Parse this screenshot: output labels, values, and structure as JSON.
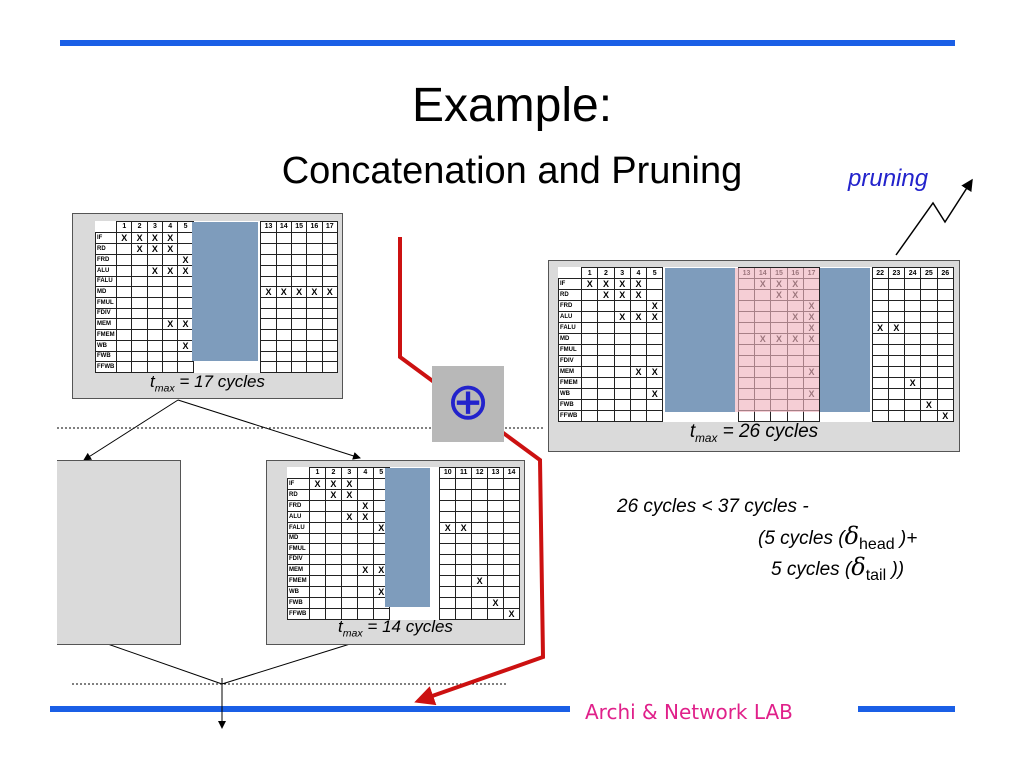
{
  "slide": {
    "title": "Example:",
    "subtitle": "Concatenation and Pruning",
    "pruning_label": "pruning",
    "footer": "Archi & Network LAB"
  },
  "colors": {
    "accent_bar": "#1a5fe6",
    "footer_text": "#e0208a",
    "pruning_text": "#2323cc",
    "path_arrow": "#cc1111",
    "stage_block": "#7e9cbc",
    "pruned_region": "#f0b4be"
  },
  "rows": [
    "IF",
    "RD",
    "FRD",
    "ALU",
    "FALU",
    "MD",
    "FMUL",
    "FDIV",
    "MEM",
    "FMEM",
    "WB",
    "FWB",
    "FFWB"
  ],
  "tables": {
    "t17": {
      "caption": "= 17 cycles",
      "t": "t",
      "sub": "max",
      "cols": [
        "1",
        "2",
        "3",
        "4",
        "5",
        "13",
        "14",
        "15",
        "16",
        "17"
      ],
      "marks": [
        [
          "X",
          "X",
          "X",
          "X",
          "",
          "",
          "",
          "",
          "",
          ""
        ],
        [
          "",
          "X",
          "X",
          "X",
          "",
          "",
          "",
          "",
          "",
          ""
        ],
        [
          "",
          "",
          "",
          "",
          "X",
          "",
          "",
          "",
          "",
          ""
        ],
        [
          "",
          "",
          "X",
          "X",
          "X",
          "",
          "",
          "",
          "",
          ""
        ],
        [
          "",
          "",
          "",
          "",
          "",
          "",
          "",
          "",
          "",
          ""
        ],
        [
          "",
          "",
          "",
          "",
          "",
          "X",
          "X",
          "X",
          "X",
          "X"
        ],
        [
          "",
          "",
          "",
          "",
          "",
          "",
          "",
          "",
          "",
          ""
        ],
        [
          "",
          "",
          "",
          "",
          "",
          "",
          "",
          "",
          "",
          ""
        ],
        [
          "",
          "",
          "",
          "X",
          "X",
          "",
          "",
          "",
          "",
          ""
        ],
        [
          "",
          "",
          "",
          "",
          "",
          "",
          "",
          "",
          "",
          ""
        ],
        [
          "",
          "",
          "",
          "",
          "X",
          "",
          "",
          "",
          "",
          ""
        ],
        [
          "",
          "",
          "",
          "",
          "",
          "",
          "",
          "",
          "",
          ""
        ],
        [
          "",
          "",
          "",
          "",
          "",
          "",
          "",
          "",
          "",
          ""
        ]
      ]
    },
    "t14": {
      "caption": "= 14 cycles",
      "t": "t",
      "sub": "max",
      "cols": [
        "1",
        "2",
        "3",
        "4",
        "5",
        "10",
        "11",
        "12",
        "13",
        "14"
      ],
      "marks": [
        [
          "X",
          "X",
          "X",
          "",
          "",
          "",
          "",
          "",
          "",
          ""
        ],
        [
          "",
          "X",
          "X",
          "",
          "",
          "",
          "",
          "",
          "",
          ""
        ],
        [
          "",
          "",
          "",
          "X",
          "",
          "",
          "",
          "",
          "",
          ""
        ],
        [
          "",
          "",
          "X",
          "X",
          "",
          "",
          "",
          "",
          "",
          ""
        ],
        [
          "",
          "",
          "",
          "",
          "X",
          "X",
          "X",
          "",
          "",
          ""
        ],
        [
          "",
          "",
          "",
          "",
          "",
          "",
          "",
          "",
          "",
          ""
        ],
        [
          "",
          "",
          "",
          "",
          "",
          "",
          "",
          "",
          "",
          ""
        ],
        [
          "",
          "",
          "",
          "",
          "",
          "",
          "",
          "",
          "",
          ""
        ],
        [
          "",
          "",
          "",
          "X",
          "X",
          "",
          "",
          "",
          "",
          ""
        ],
        [
          "",
          "",
          "",
          "",
          "",
          "",
          "",
          "X",
          "",
          ""
        ],
        [
          "",
          "",
          "",
          "",
          "X",
          "",
          "",
          "",
          "",
          ""
        ],
        [
          "",
          "",
          "",
          "",
          "",
          "",
          "",
          "",
          "X",
          ""
        ],
        [
          "",
          "",
          "",
          "",
          "",
          "",
          "",
          "",
          "",
          "X"
        ]
      ]
    },
    "t26": {
      "caption": "= 26 cycles",
      "t": "t",
      "sub": "max",
      "cols": [
        "1",
        "2",
        "3",
        "4",
        "5",
        "13",
        "14",
        "15",
        "16",
        "17",
        "22",
        "23",
        "24",
        "25",
        "26"
      ],
      "marks": [
        [
          "X",
          "X",
          "X",
          "X",
          "",
          "",
          "X",
          "X",
          "X",
          "",
          "",
          "",
          "",
          "",
          ""
        ],
        [
          "",
          "X",
          "X",
          "X",
          "",
          "",
          "",
          "X",
          "X",
          "",
          "",
          "",
          "",
          "",
          ""
        ],
        [
          "",
          "",
          "",
          "",
          "X",
          "",
          "",
          "",
          "",
          "X",
          "",
          "",
          "",
          "",
          ""
        ],
        [
          "",
          "",
          "X",
          "X",
          "X",
          "",
          "",
          "",
          "X",
          "X",
          "",
          "",
          "",
          "",
          ""
        ],
        [
          "",
          "",
          "",
          "",
          "",
          "",
          "",
          "",
          "",
          "X",
          "X",
          "X",
          "",
          "",
          ""
        ],
        [
          "",
          "",
          "",
          "",
          "",
          "",
          "X",
          "X",
          "X",
          "X",
          "",
          "",
          "",
          "",
          ""
        ],
        [
          "",
          "",
          "",
          "",
          "",
          "",
          "",
          "",
          "",
          "",
          "",
          "",
          "",
          "",
          ""
        ],
        [
          "",
          "",
          "",
          "",
          "",
          "",
          "",
          "",
          "",
          "",
          "",
          "",
          "",
          "",
          ""
        ],
        [
          "",
          "",
          "",
          "X",
          "X",
          "",
          "",
          "",
          "",
          "X",
          "",
          "",
          "",
          "",
          ""
        ],
        [
          "",
          "",
          "",
          "",
          "",
          "",
          "",
          "",
          "",
          "",
          "",
          "",
          "X",
          "",
          ""
        ],
        [
          "",
          "",
          "",
          "",
          "X",
          "",
          "",
          "",
          "",
          "X",
          "",
          "",
          "",
          "",
          ""
        ],
        [
          "",
          "",
          "",
          "",
          "",
          "",
          "",
          "",
          "",
          "",
          "",
          "",
          "",
          "X",
          ""
        ],
        [
          "",
          "",
          "",
          "",
          "",
          "",
          "",
          "",
          "",
          "",
          "",
          "",
          "",
          "",
          "X"
        ]
      ]
    }
  },
  "equation": {
    "line1": "26 cycles < 37 cycles -",
    "line2_pre": "(5 cycles (",
    "delta": "δ",
    "head": "head",
    "line2_post": ")+",
    "line3_pre": "5 cycles (",
    "tail": "tail",
    "line3_post": "))"
  },
  "operator_symbol": "⊕"
}
